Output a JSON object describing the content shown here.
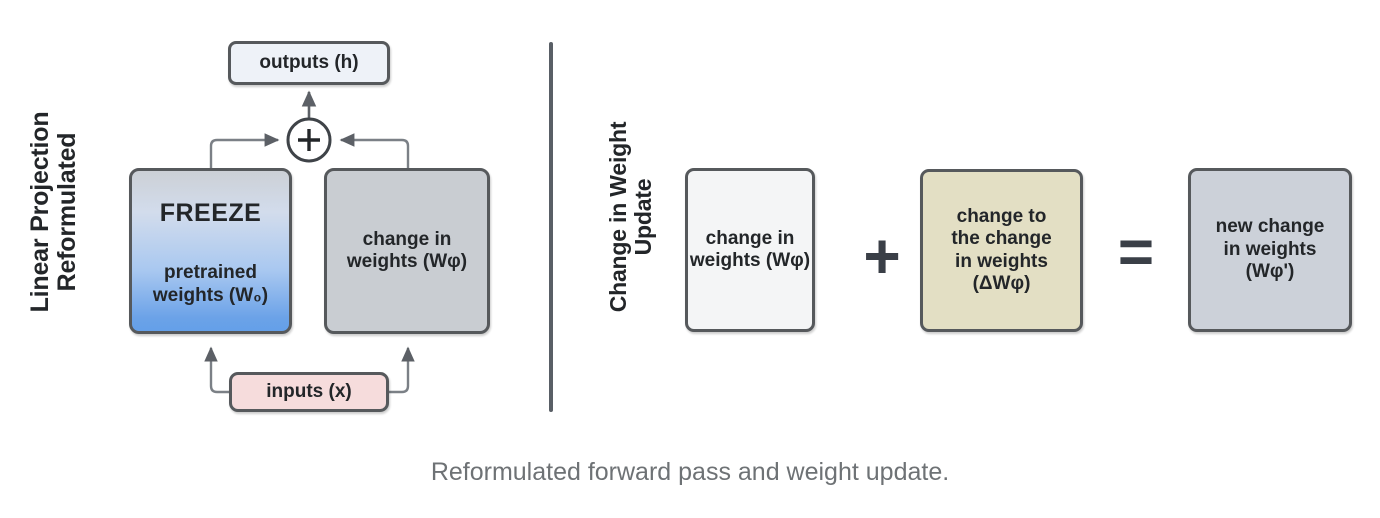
{
  "caption": "Reformulated forward pass and weight update.",
  "panels": {
    "left": {
      "side_label_line1": "Linear Projection",
      "side_label_line2": "Reformulated",
      "nodes": {
        "outputs": {
          "label": "outputs (h)",
          "fill": "#eef2f8"
        },
        "pretrained": {
          "badge": "FREEZE",
          "label_line1": "pretrained",
          "label_line2": "weights (W₀)",
          "fill_top": "#ccd0d6",
          "fill_bottom": "#64a0e9"
        },
        "change": {
          "label_line1": "change in",
          "label_line2": "weights (Wφ)",
          "fill": "#c9cdd2"
        },
        "inputs": {
          "label": "inputs (x)",
          "fill": "#f6dcdc"
        }
      },
      "sum_node": {
        "symbol": "+"
      }
    },
    "right": {
      "side_label_line1": "Change in Weight",
      "side_label_line2": "Update",
      "nodes": {
        "wphi": {
          "label_line1": "change in",
          "label_line2": "weights (Wφ)",
          "fill": "#f4f5f6"
        },
        "delta": {
          "label_line1": "change to",
          "label_line2": "the change",
          "label_line3": "in weights",
          "label_line4": "(ΔWφ)",
          "fill": "#e3dfc4"
        },
        "new": {
          "label_line1": "new change",
          "label_line2": "in weights",
          "label_line3": "(Wφ')",
          "fill": "#ccd1d9"
        }
      },
      "operators": {
        "plus": "+",
        "equals": "="
      }
    }
  },
  "colors": {
    "stroke": "#56595c",
    "divider": "#595f66",
    "text": "#232629",
    "caption": "#6e7275",
    "connector": "#6b7077"
  }
}
